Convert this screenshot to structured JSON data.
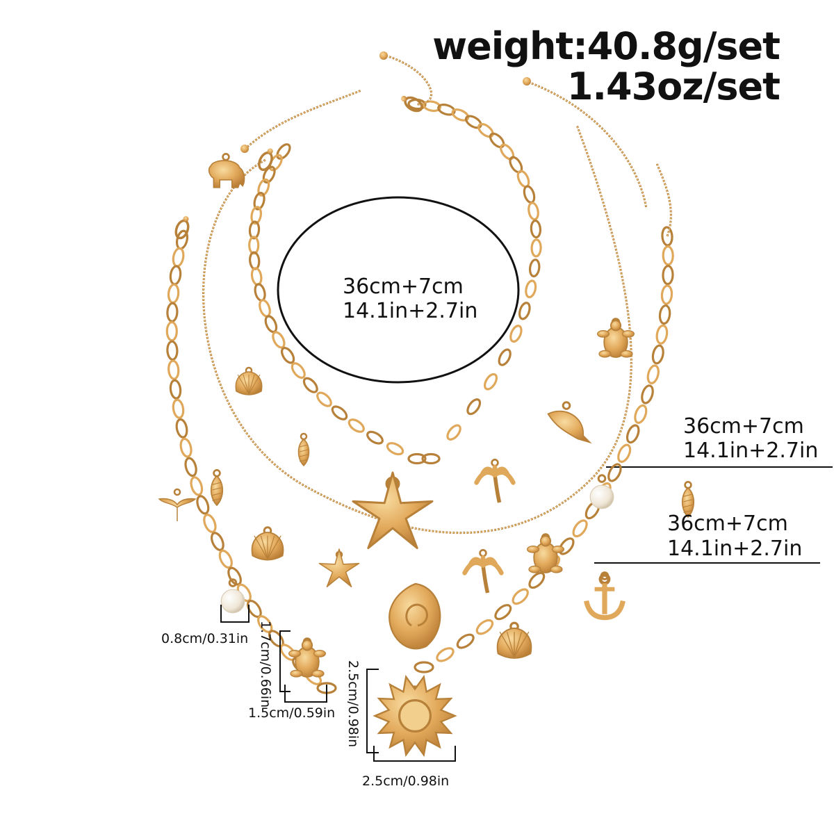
{
  "weight": {
    "grams": "weight:40.8g/set",
    "ounces": "1.43oz/set"
  },
  "lengths": {
    "inner": {
      "cm": "36cm+7cm",
      "in": "14.1in+2.7in"
    },
    "middle": {
      "cm": "36cm+7cm",
      "in": "14.1in+2.7in"
    },
    "outer": {
      "cm": "36cm+7cm",
      "in": "14.1in+2.7in"
    }
  },
  "dimensions": {
    "pearl": "0.8cm/0.31in",
    "turtle_height": "1.7cm/0.66in",
    "turtle_width": "1.5cm/0.59in",
    "sun_height": "2.5cm/0.98in",
    "sun_width": "2.5cm/0.98in"
  },
  "colors": {
    "gold": "#e0a85a",
    "gold_dark": "#b8813a",
    "gold_light": "#f3cf8e",
    "pearl": "#f4ede0",
    "ink": "#111111"
  },
  "charms": [
    "elephant",
    "scallop-shell",
    "cone-shell",
    "starfish",
    "palm-tree",
    "dolphin",
    "sea-turtle",
    "pearl",
    "anchor",
    "sun",
    "nautilus-shell",
    "whale-tail",
    "clam-shell"
  ]
}
